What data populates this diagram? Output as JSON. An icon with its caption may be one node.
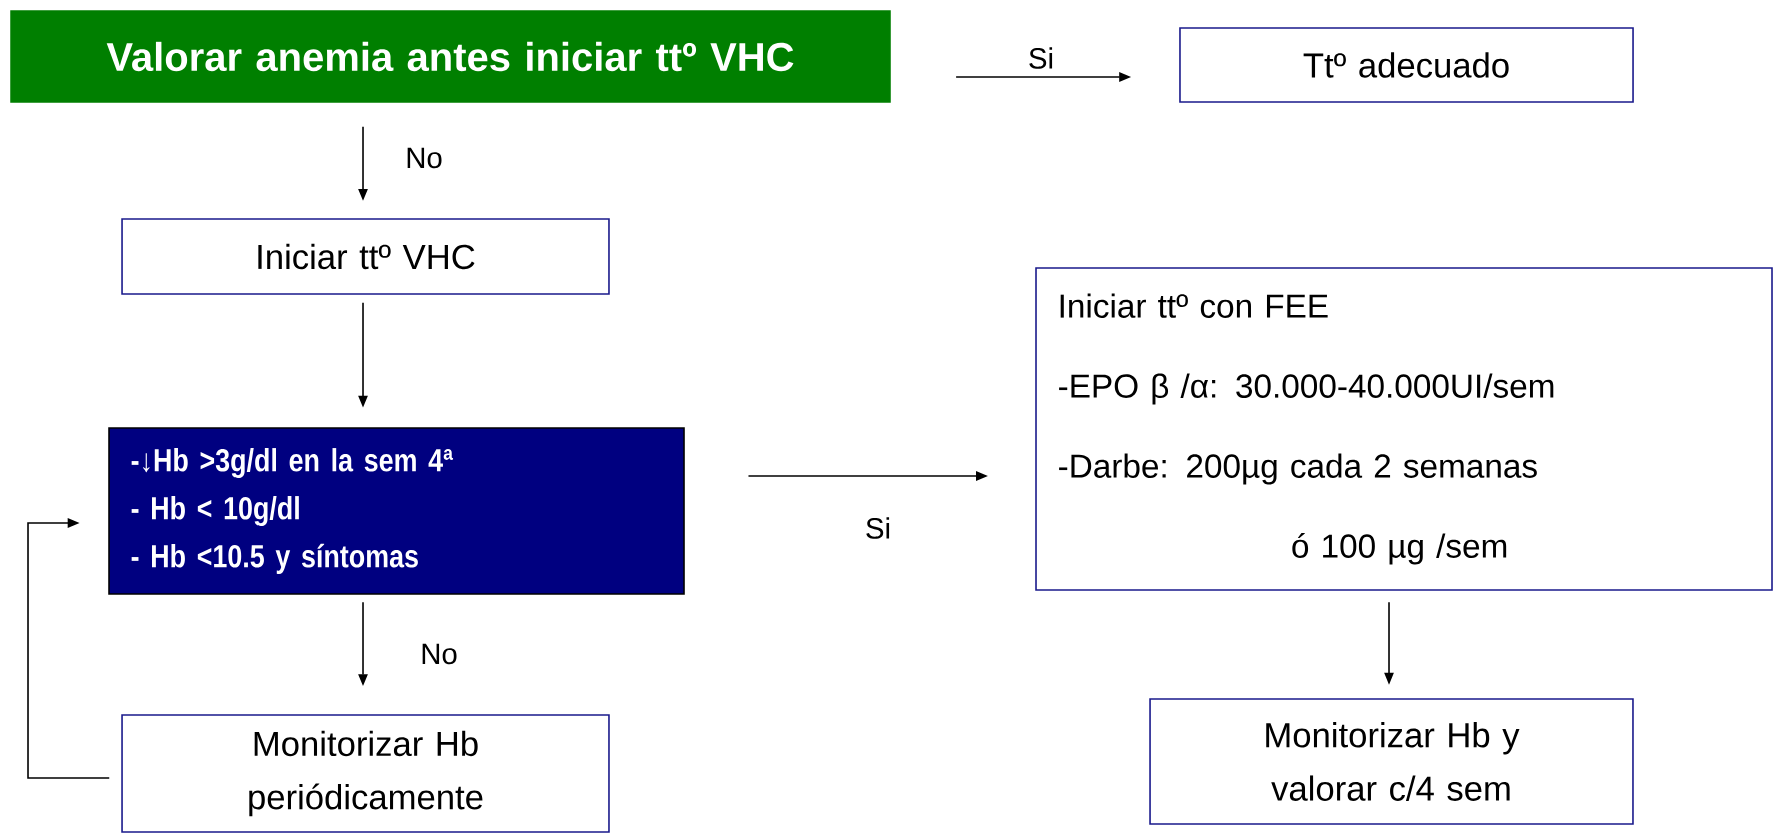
{
  "diagram": {
    "nodes": [
      {
        "text": [
          "Valorar anemia antes iniciar ttº VHC"
        ]
      },
      {
        "text": [
          "Ttº adecuado"
        ]
      },
      {
        "text": [
          "Iniciar ttº VHC"
        ]
      },
      {
        "text": [
          "-↓Hb >3g/dl en la sem 4ª",
          "- Hb < 10g/dl",
          "- Hb <10.5 y síntomas"
        ]
      },
      {
        "text": [
          "Iniciar ttº con FEE",
          "-EPO β /α: 30.000-40.000UI/sem",
          "-Darbe: 200µg cada 2 semanas",
          "ó 100 µg /sem"
        ]
      },
      {
        "text": [
          "Monitorizar Hb periódicamente"
        ]
      },
      {
        "text": [
          "Monitorizar Hb y valorar c/4 sem"
        ]
      }
    ],
    "edges": [
      {
        "from": 0,
        "to": 1,
        "arrow": "to",
        "label": "Si"
      },
      {
        "from": 0,
        "to": 2,
        "arrow": "to",
        "label": "No"
      },
      {
        "from": 2,
        "to": 3,
        "arrow": "to"
      },
      {
        "from": 3,
        "to": 4,
        "arrow": "to",
        "label": "Si"
      },
      {
        "from": 3,
        "to": 5,
        "arrow": "to",
        "label": "No"
      },
      {
        "from": 4,
        "to": 6,
        "arrow": "to"
      },
      {
        "from": 5,
        "to": 3,
        "arrow": "to"
      }
    ]
  }
}
